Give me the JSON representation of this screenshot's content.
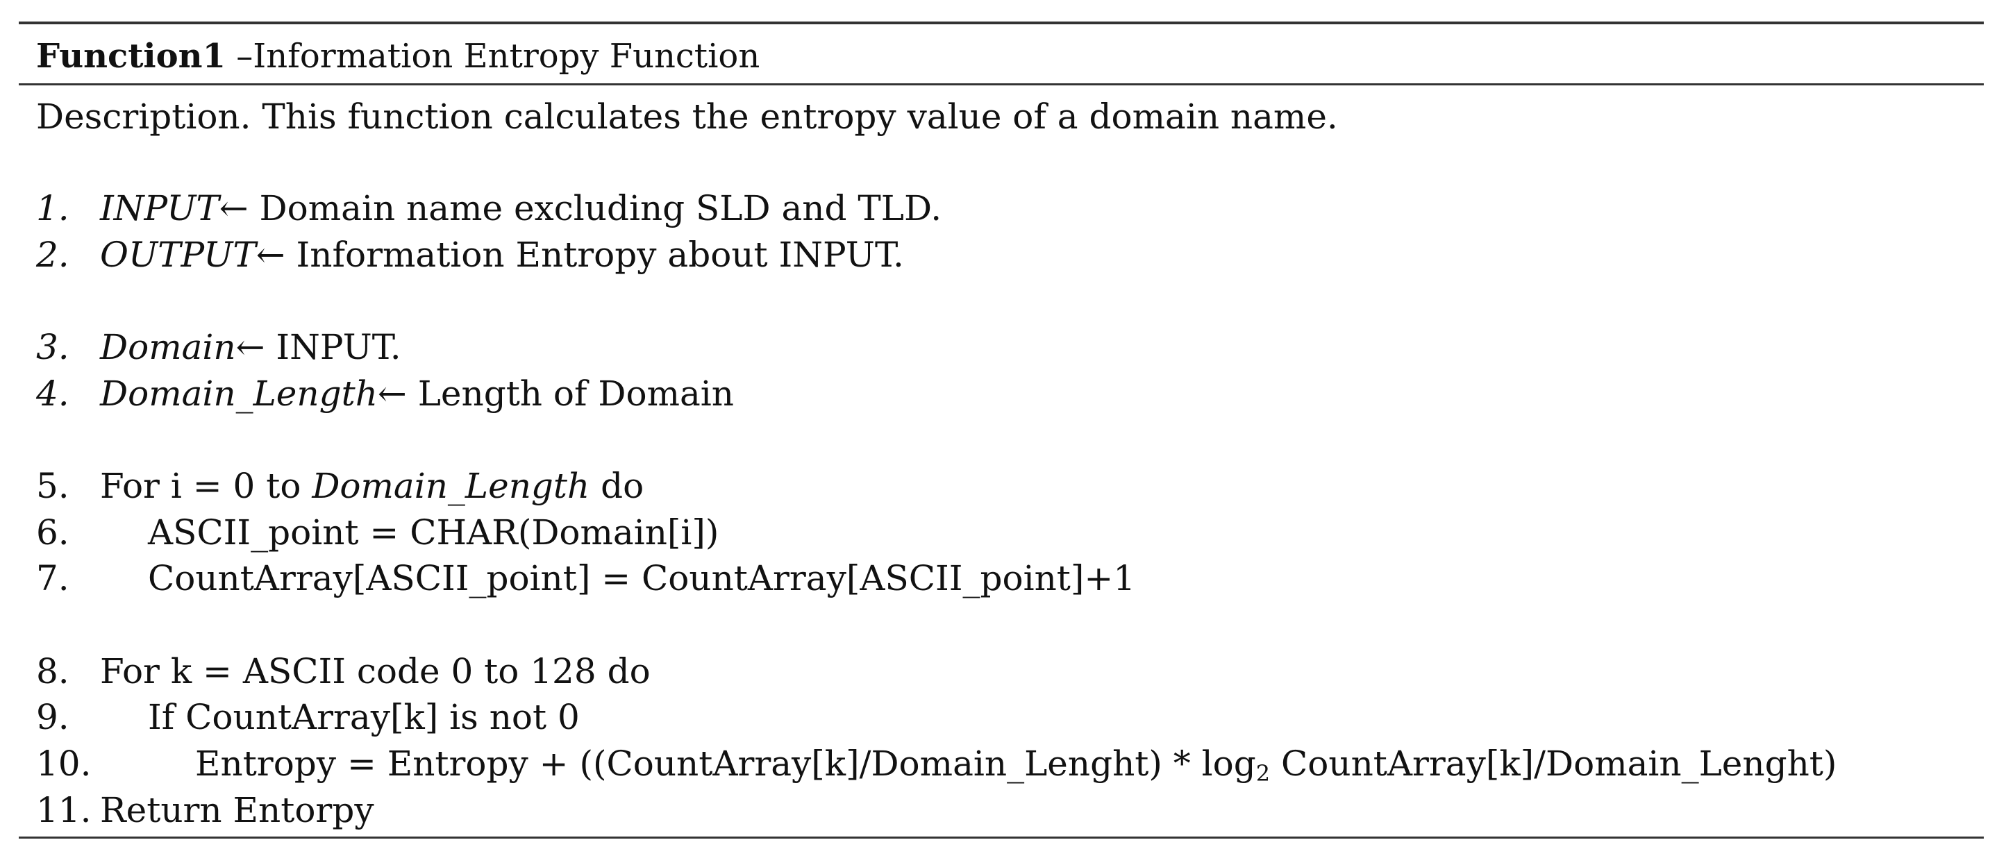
{
  "header": {
    "title_bold": "Function1",
    "title_rest": " –Information Entropy Function"
  },
  "description": "Description. This function calculates the entropy value of a domain name.",
  "lines": [
    {
      "num": "1.",
      "term": "INPUT",
      "rest": "← Domain name excluding SLD and TLD."
    },
    {
      "num": "2.",
      "term": "OUTPUT",
      "rest": "← Information Entropy about INPUT."
    },
    {
      "num": "3.",
      "term": "Domain",
      "rest": "← INPUT."
    },
    {
      "num": "4.",
      "term": "Domain_Length",
      "rest": "← Length of Domain"
    },
    {
      "num": "5.",
      "pre": "For i = 0 to ",
      "term": "Domain_Length",
      "rest": " do"
    },
    {
      "num": "6.",
      "text": "ASCII_point = CHAR(Domain[i])"
    },
    {
      "num": "7.",
      "text": "CountArray[ASCII_point] = CountArray[ASCII_point]+1"
    },
    {
      "num": "8.",
      "text": "For k = ASCII code 0 to 128 do"
    },
    {
      "num": "9.",
      "text": "If CountArray[k] is not 0"
    },
    {
      "num": "10.",
      "pre": "Entropy = Entropy + ((CountArray[k]/Domain_Lenght) * log",
      "sub": "2",
      "rest": " CountArray[k]/Domain_Lenght)"
    },
    {
      "num": "11.",
      "text": "Return Entorpy"
    }
  ]
}
